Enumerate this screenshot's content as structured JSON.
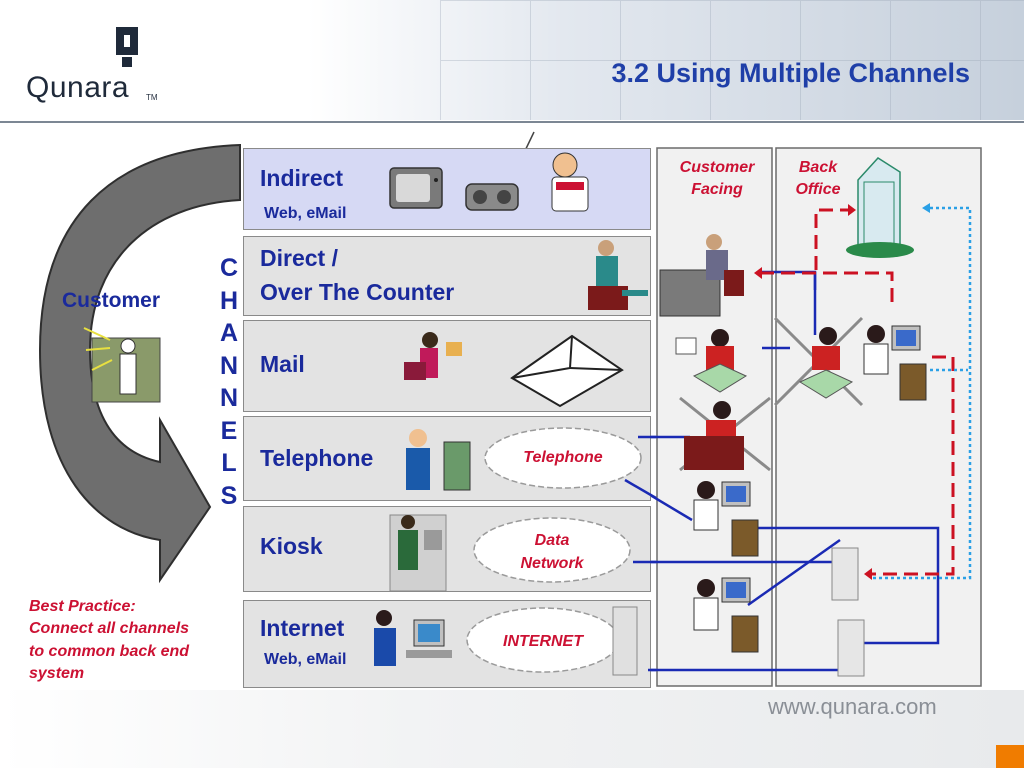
{
  "brand": {
    "logo_text": "Qunara",
    "logo_tm": "TM",
    "website": "www.qunara.com",
    "accent": "#f07c00"
  },
  "slide": {
    "title": "3.2  Using Multiple Channels"
  },
  "left": {
    "customer_label": "Customer",
    "channels_letters": [
      "C",
      "H",
      "A",
      "N",
      "N",
      "E",
      "L",
      "S"
    ],
    "best_practice": [
      "Best Practice:",
      "Connect all channels",
      "to common back end",
      "system"
    ]
  },
  "channels": [
    {
      "label": "Indirect",
      "sub": "Web, eMail"
    },
    {
      "label": "Direct /",
      "label2": "Over The Counter"
    },
    {
      "label": "Mail"
    },
    {
      "label": "Telephone",
      "cloud": "Telephone"
    },
    {
      "label": "Kiosk",
      "cloud_line1": "Data",
      "cloud_line2": "Network"
    },
    {
      "label": "Internet",
      "sub": "Web, eMail",
      "cloud": "INTERNET"
    }
  ],
  "columns": {
    "customer_facing_1": "Customer",
    "customer_facing_2": "Facing",
    "back_office_1": "Back",
    "back_office_2": "Office"
  },
  "colors": {
    "label_blue": "#1a2a9c",
    "title_blue": "#1f3fa8",
    "accent_red": "#cc1133",
    "line_blue": "#1a2ab4",
    "dash_red": "#cc1122",
    "dot_blue": "#2aa0e6"
  }
}
